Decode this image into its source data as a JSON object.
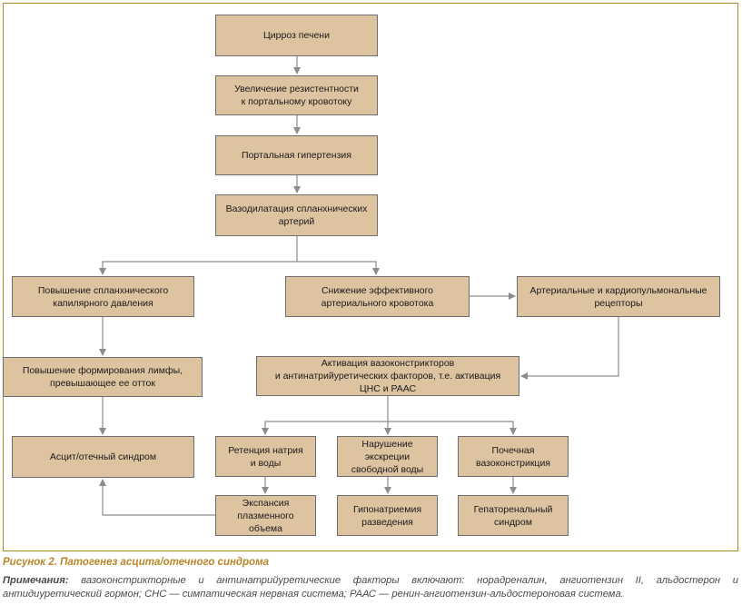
{
  "boxes": {
    "cirrhosis": "Цирроз печени",
    "resistance": "Увеличение резистентности\nк портальному кровотоку",
    "portal_hypertension": "Портальная гипертензия",
    "vasodilation": "Вазодилатация спланхнических\nартерий",
    "capillary_pressure": "Повышение спланхнического\nкапилярного давления",
    "effective_volume": "Снижение эффективного\nартериального кровотока",
    "receptors": "Артериальные и кардиопульмональные\nрецепторы",
    "lymph": "Повышение формирования лимфы,\nпревышающее ее отток",
    "activation": "Активация вазоконстрикторов\nи антинатрийуретических факторов, т.е. активация\nЦНС и РААС",
    "ascites": "Асцит/отечный синдром",
    "sodium_retention": "Ретенция натрия\nи воды",
    "water_excretion": "Нарушение\nэкскреции\nсвободной воды",
    "renal_vasoconstriction": "Почечная\nвазоконстрикция",
    "plasma_expansion": "Экспансия\nплазменного\nобъема",
    "hyponatremia": "Гипонатриемия\nразведения",
    "hepatorenal": "Гепаторенальный\nсиндром"
  },
  "caption": "Рисунок 2. Патогенез асцита/отечного синдрома",
  "notes_label": "Примечания:",
  "notes_text": " вазоконстрикторные и антинатрийуретические факторы включают: норадреналин, ангиотензин II, альдостерон и антидиуретический гормон; СНС — симпатическая нервная система; РААС — ренин-ангиотензин-альдостероновая система."
}
